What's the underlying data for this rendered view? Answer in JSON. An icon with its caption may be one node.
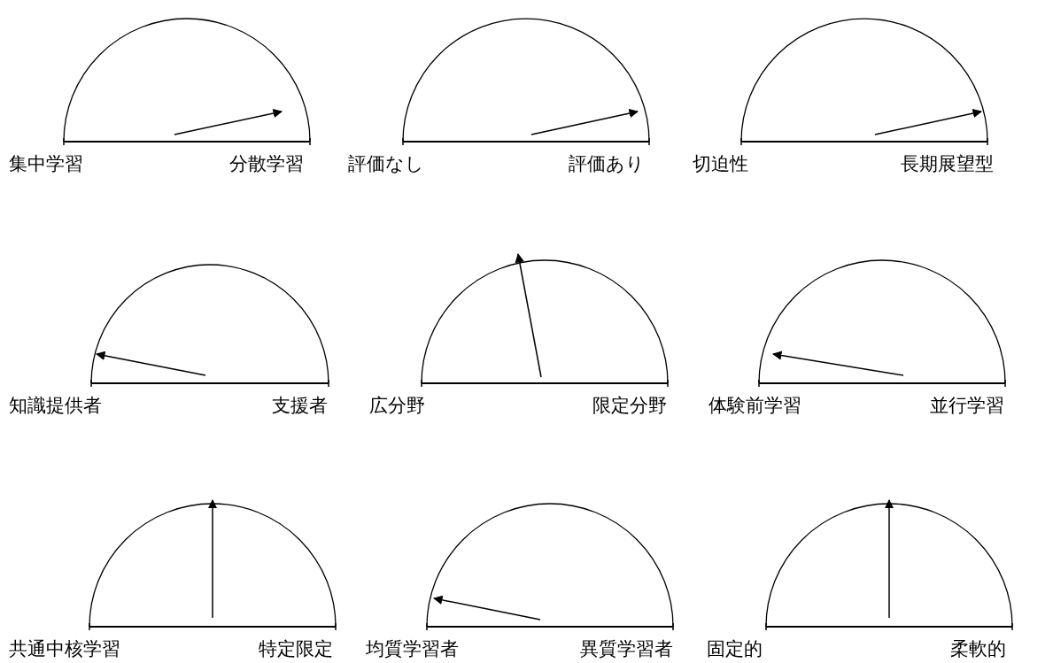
{
  "diagram": {
    "labels": [
      "集中学習",
      "分散学習",
      "評価なし",
      "評価あり",
      "切迫性",
      "長期展望型",
      "知識提供者",
      "支援者",
      "広分野",
      "限定分野",
      "体験前学習",
      "並行学習",
      "共通中核学習",
      "特定限定",
      "均質学習者",
      "異質学習者",
      "固定的",
      "柔軟的"
    ]
  }
}
